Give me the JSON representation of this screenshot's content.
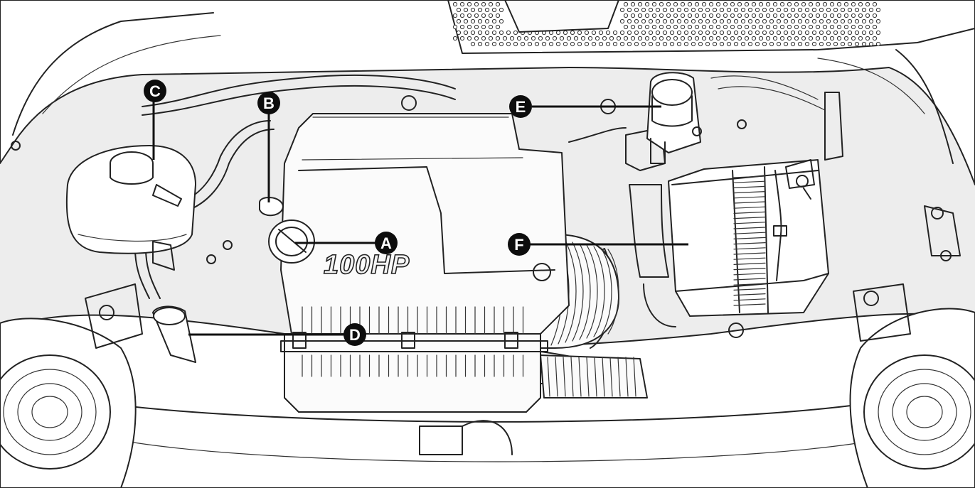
{
  "engine_badge": "100HP",
  "callouts": [
    {
      "id": "A",
      "label": "A"
    },
    {
      "id": "B",
      "label": "B"
    },
    {
      "id": "C",
      "label": "C"
    },
    {
      "id": "D",
      "label": "D"
    },
    {
      "id": "E",
      "label": "E"
    },
    {
      "id": "F",
      "label": "F"
    }
  ],
  "colors": {
    "background": "#ededed",
    "line": "#222222",
    "callout": "#0d0d0d"
  }
}
